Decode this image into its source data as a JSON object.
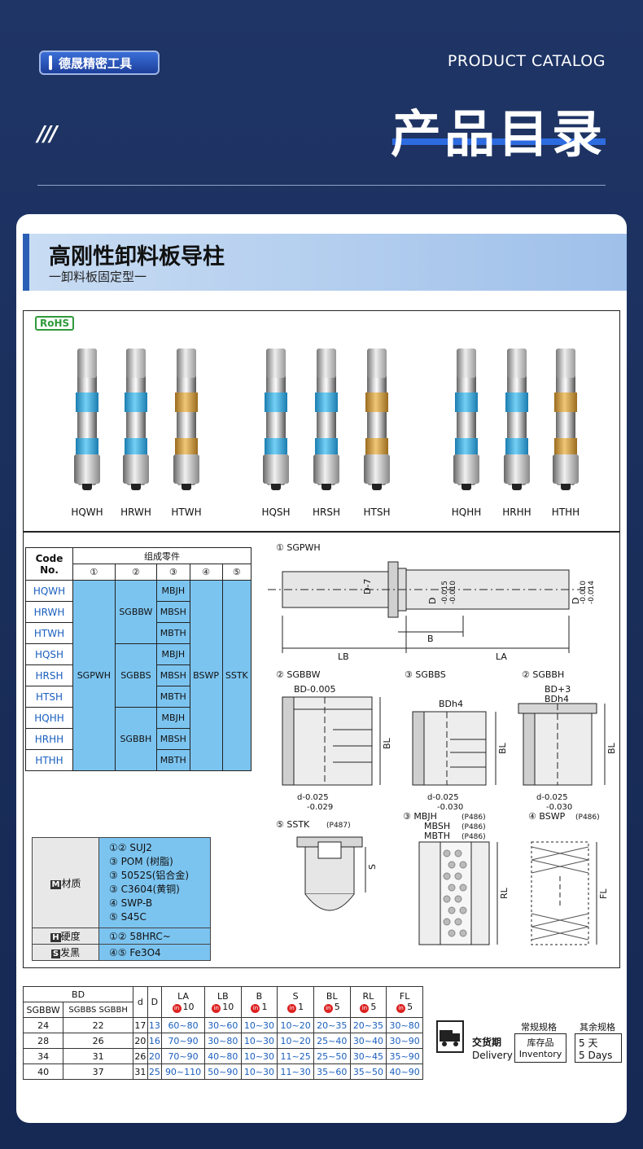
{
  "header": {
    "logo": "德晟精密工具",
    "catalog": "PRODUCT CATALOG",
    "title": "产品目录",
    "slashes": "///"
  },
  "section": {
    "title": "高刚性卸料板导柱",
    "subtitle": "一卸料板固定型一"
  },
  "rohs": "RoHS",
  "products": [
    "HQWH",
    "HRWH",
    "HTWH",
    "HQSH",
    "HRSH",
    "HTSH",
    "HQHH",
    "HRHH",
    "HTHH"
  ],
  "parts_table": {
    "code_header": "Code No.",
    "group_header": "组成零件",
    "cols": [
      "①",
      "②",
      "③",
      "④",
      "⑤"
    ],
    "codes": [
      "HQWH",
      "HRWH",
      "HTWH",
      "HQSH",
      "HRSH",
      "HTSH",
      "HQHH",
      "HRHH",
      "HTHH"
    ],
    "c1": "SGPWH",
    "c2": [
      "SGBBW",
      "SGBBS",
      "SGBBH"
    ],
    "c3": [
      "MBJH",
      "MBSH",
      "MBTH",
      "MBJH",
      "MBSH",
      "MBTH",
      "MBJH",
      "MBSH",
      "MBTH"
    ],
    "c4": "BSWP",
    "c5": "SSTK"
  },
  "diagrams": {
    "sgpwh": "① SGPWH",
    "d7": "D-7",
    "tol1a": "-0.015",
    "tol1b": "-0.010",
    "tol2a": "-0.010",
    "tol2b": "-0.014",
    "dpin": "D",
    "dpre": "D",
    "lb": "LB",
    "b": "B",
    "la": "LA",
    "sgbbw": "② SGBBW",
    "sgbbs": "③ SGBBS",
    "sgbbh": "② SGBBH",
    "bd005": "BD-0.005",
    "bdh4": "BDh4",
    "bd3": "BD+3",
    "bdh4b": "BDh4",
    "bl": "BL",
    "d025": "d-0.025",
    "d029": "-0.029",
    "d030": "-0.030",
    "sstk": "⑤ SSTK",
    "sstk_p": "(P487)",
    "mbjh": "③ MBJH",
    "mbsh": "MBSH",
    "mbth": "MBTH",
    "p486": "(P486)",
    "bswp": "④ BSWP",
    "s": "S",
    "rl": "RL",
    "fl": "FL"
  },
  "material": {
    "m_label": "材质",
    "h_label": "硬度",
    "s_label": "发黑",
    "lines": [
      "①② SUJ2",
      "③ POM  (树脂)",
      "③ 5052S(铝合金)",
      "③ C3604(黄铜)",
      "④ SWP-B",
      "⑤ S45C"
    ],
    "hardness": "①② 58HRC~",
    "black": "④⑤ Fe3O4"
  },
  "spec_table": {
    "headers": {
      "bd": "BD",
      "sgbbw": "SGBBW",
      "sgbbs": "SGBBS SGBBH",
      "d": "d",
      "D": "D",
      "la": "LA",
      "lb": "LB",
      "b": "B",
      "s": "S",
      "bl": "BL",
      "rl": "RL",
      "fl": "FL"
    },
    "increments": {
      "la": "10",
      "lb": "10",
      "b": "1",
      "s": "1",
      "bl": "5",
      "rl": "5",
      "fl": "5"
    },
    "rows": [
      [
        "24",
        "22",
        "17",
        "13",
        "60~80",
        "30~60",
        "10~30",
        "10~20",
        "20~35",
        "20~35",
        "30~80"
      ],
      [
        "28",
        "26",
        "20",
        "16",
        "70~90",
        "30~80",
        "10~30",
        "10~20",
        "25~40",
        "30~40",
        "30~90"
      ],
      [
        "34",
        "31",
        "26",
        "20",
        "70~90",
        "40~80",
        "10~30",
        "11~25",
        "25~50",
        "30~45",
        "35~90"
      ],
      [
        "40",
        "37",
        "31",
        "25",
        "90~110",
        "50~90",
        "10~30",
        "11~30",
        "35~60",
        "35~50",
        "40~90"
      ]
    ]
  },
  "delivery": {
    "label_cn": "交货期",
    "label_en": "Delivery",
    "std_head": "常规规格",
    "std_cn": "库存品",
    "std_en": "Inventory",
    "other_head": "其余规格",
    "other_cn": "5 天",
    "other_en": "5 Days"
  }
}
